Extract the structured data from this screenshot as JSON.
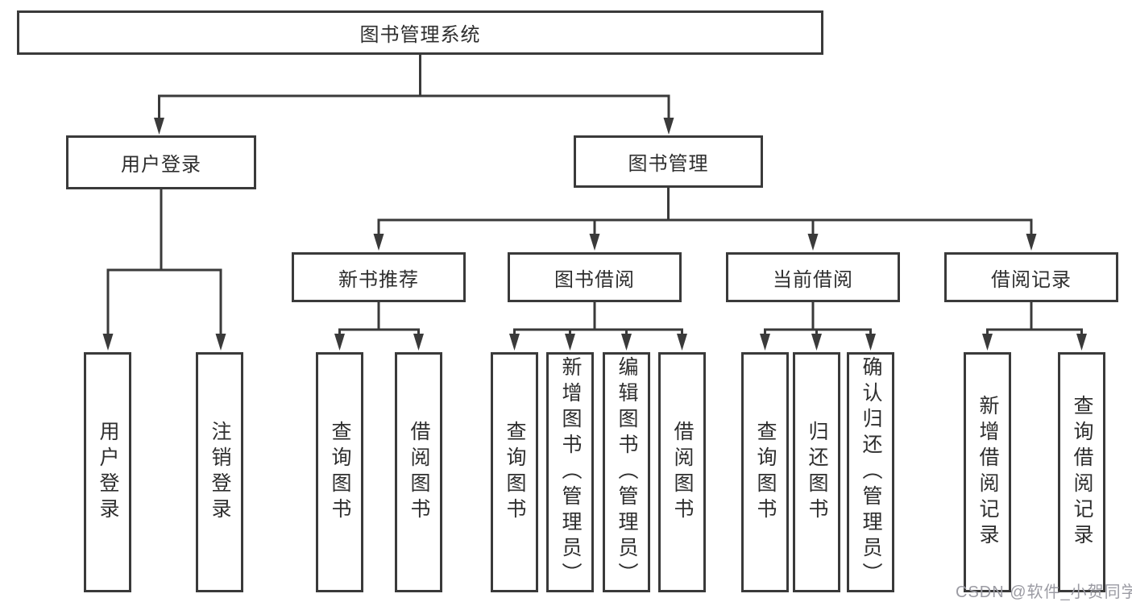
{
  "diagram": {
    "root": "图书管理系统",
    "level2": {
      "user_login": "用户登录",
      "book_management": "图书管理"
    },
    "level3": {
      "new_book_recommend": "新书推荐",
      "book_borrow": "图书借阅",
      "current_borrow": "当前借阅",
      "borrow_records": "借阅记录"
    },
    "level4": {
      "user": [
        "用户登录",
        "注销登录"
      ],
      "newbook": [
        "查询图书",
        "借阅图书"
      ],
      "borrow": [
        "查询图书",
        "新增图书（管理员）",
        "编辑图书（管理员）",
        "借阅图书"
      ],
      "current": [
        "查询图书",
        "归还图书",
        "确认归还（管理员）"
      ],
      "records": [
        "新增借阅记录",
        "查询借阅记录"
      ]
    }
  },
  "watermark": "CSDN @软件_小贺同学",
  "colors": {
    "line": "#3a3a3a",
    "text": "#2e2e2e",
    "watermark": "#9b9ba3",
    "background": "#ffffff"
  }
}
